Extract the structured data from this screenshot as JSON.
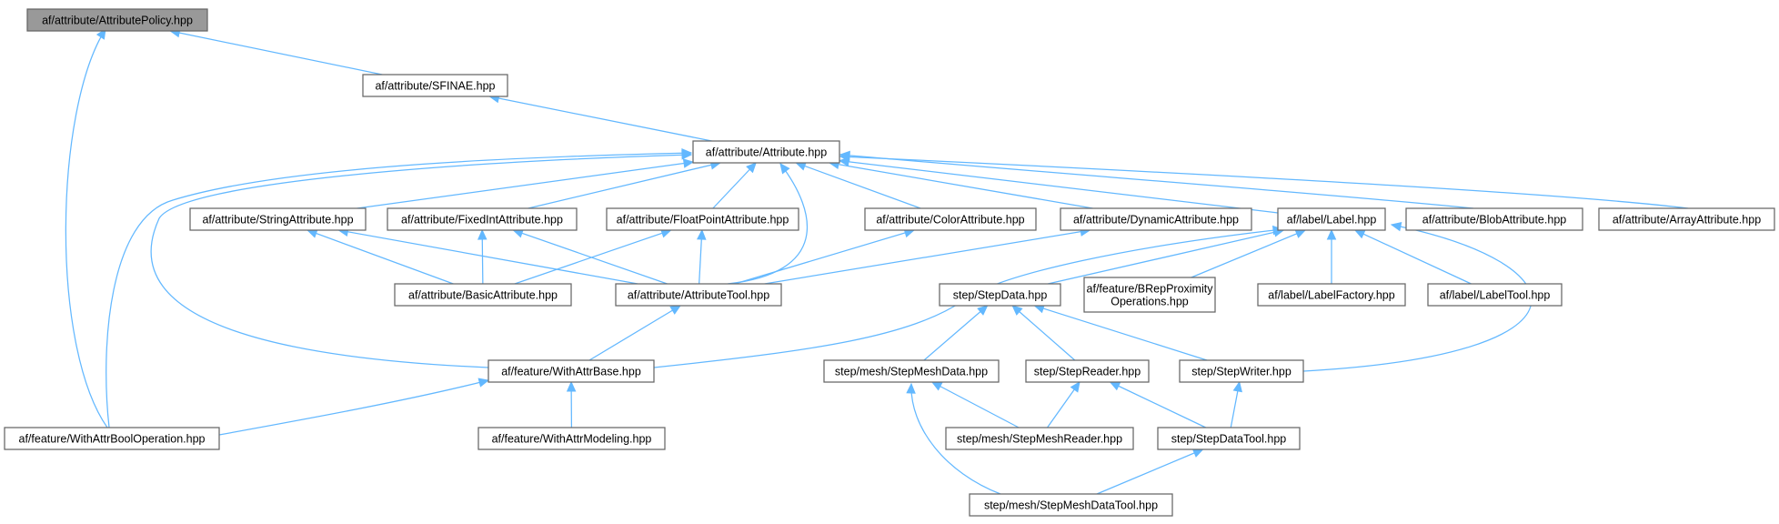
{
  "nodes": [
    {
      "id": "policy",
      "lines": [
        "af/attribute/AttributePolicy.hpp"
      ],
      "root": true
    },
    {
      "id": "sfinae",
      "lines": [
        "af/attribute/SFINAE.hpp"
      ]
    },
    {
      "id": "attribute",
      "lines": [
        "af/attribute/Attribute.hpp"
      ]
    },
    {
      "id": "string",
      "lines": [
        "af/attribute/StringAttribute.hpp"
      ]
    },
    {
      "id": "fixedint",
      "lines": [
        "af/attribute/FixedIntAttribute.hpp"
      ]
    },
    {
      "id": "floatpoint",
      "lines": [
        "af/attribute/FloatPointAttribute.hpp"
      ]
    },
    {
      "id": "color",
      "lines": [
        "af/attribute/ColorAttribute.hpp"
      ]
    },
    {
      "id": "dynamic",
      "lines": [
        "af/attribute/DynamicAttribute.hpp"
      ]
    },
    {
      "id": "label",
      "lines": [
        "af/label/Label.hpp"
      ]
    },
    {
      "id": "blob",
      "lines": [
        "af/attribute/BlobAttribute.hpp"
      ]
    },
    {
      "id": "array",
      "lines": [
        "af/attribute/ArrayAttribute.hpp"
      ]
    },
    {
      "id": "basic",
      "lines": [
        "af/attribute/BasicAttribute.hpp"
      ]
    },
    {
      "id": "attrtool",
      "lines": [
        "af/attribute/AttributeTool.hpp"
      ]
    },
    {
      "id": "stepdata",
      "lines": [
        "step/StepData.hpp"
      ]
    },
    {
      "id": "brep",
      "lines": [
        "af/feature/BRepProximity",
        "Operations.hpp"
      ]
    },
    {
      "id": "labelfactory",
      "lines": [
        "af/label/LabelFactory.hpp"
      ]
    },
    {
      "id": "labeltool",
      "lines": [
        "af/label/LabelTool.hpp"
      ]
    },
    {
      "id": "withattrbase",
      "lines": [
        "af/feature/WithAttrBase.hpp"
      ]
    },
    {
      "id": "meshdata",
      "lines": [
        "step/mesh/StepMeshData.hpp"
      ]
    },
    {
      "id": "reader",
      "lines": [
        "step/StepReader.hpp"
      ]
    },
    {
      "id": "writer",
      "lines": [
        "step/StepWriter.hpp"
      ]
    },
    {
      "id": "boolop",
      "lines": [
        "af/feature/WithAttrBoolOperation.hpp"
      ]
    },
    {
      "id": "modeling",
      "lines": [
        "af/feature/WithAttrModeling.hpp"
      ]
    },
    {
      "id": "meshreader",
      "lines": [
        "step/mesh/StepMeshReader.hpp"
      ]
    },
    {
      "id": "datatool",
      "lines": [
        "step/StepDataTool.hpp"
      ]
    },
    {
      "id": "meshdatatool",
      "lines": [
        "step/mesh/StepMeshDataTool.hpp"
      ]
    }
  ],
  "edges": [
    {
      "from": "sfinae",
      "to": "policy"
    },
    {
      "from": "boolop",
      "to": "policy"
    },
    {
      "from": "attribute",
      "to": "sfinae"
    },
    {
      "from": "string",
      "to": "attribute"
    },
    {
      "from": "fixedint",
      "to": "attribute"
    },
    {
      "from": "floatpoint",
      "to": "attribute"
    },
    {
      "from": "color",
      "to": "attribute"
    },
    {
      "from": "dynamic",
      "to": "attribute"
    },
    {
      "from": "label",
      "to": "attribute"
    },
    {
      "from": "blob",
      "to": "attribute"
    },
    {
      "from": "array",
      "to": "attribute"
    },
    {
      "from": "attrtool",
      "to": "attribute"
    },
    {
      "from": "withattrbase",
      "to": "attribute"
    },
    {
      "from": "boolop",
      "to": "attribute"
    },
    {
      "from": "basic",
      "to": "string"
    },
    {
      "from": "attrtool",
      "to": "string"
    },
    {
      "from": "basic",
      "to": "fixedint"
    },
    {
      "from": "attrtool",
      "to": "fixedint"
    },
    {
      "from": "basic",
      "to": "floatpoint"
    },
    {
      "from": "attrtool",
      "to": "floatpoint"
    },
    {
      "from": "attrtool",
      "to": "color"
    },
    {
      "from": "attrtool",
      "to": "dynamic"
    },
    {
      "from": "stepdata",
      "to": "label"
    },
    {
      "from": "brep",
      "to": "label"
    },
    {
      "from": "labelfactory",
      "to": "label"
    },
    {
      "from": "labeltool",
      "to": "label"
    },
    {
      "from": "withattrbase",
      "to": "label"
    },
    {
      "from": "writer",
      "to": "label"
    },
    {
      "from": "withattrbase",
      "to": "attrtool"
    },
    {
      "from": "boolop",
      "to": "withattrbase"
    },
    {
      "from": "modeling",
      "to": "withattrbase"
    },
    {
      "from": "meshdata",
      "to": "stepdata"
    },
    {
      "from": "reader",
      "to": "stepdata"
    },
    {
      "from": "writer",
      "to": "stepdata"
    },
    {
      "from": "meshreader",
      "to": "meshdata"
    },
    {
      "from": "meshdatatool",
      "to": "meshdata"
    },
    {
      "from": "meshreader",
      "to": "reader"
    },
    {
      "from": "datatool",
      "to": "reader"
    },
    {
      "from": "datatool",
      "to": "writer"
    },
    {
      "from": "meshdatatool",
      "to": "datatool"
    }
  ],
  "colors": {
    "edge": "#63b8ff",
    "node_border": "#666666",
    "root_fill": "#999999",
    "node_fill": "#ffffff"
  }
}
